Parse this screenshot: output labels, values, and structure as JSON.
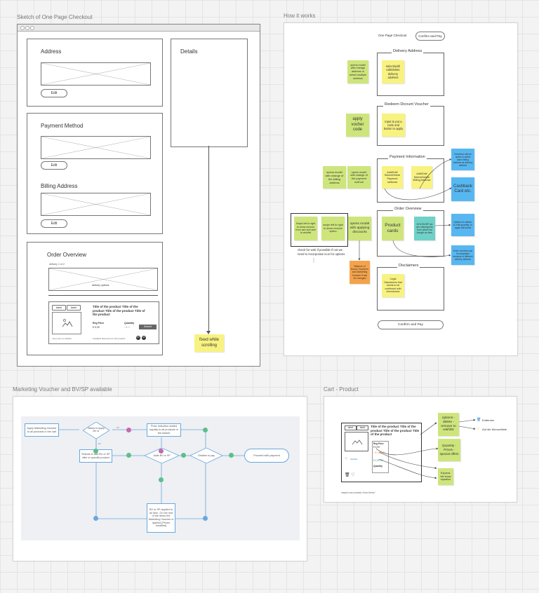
{
  "frames": {
    "sketch": "Sketch of One Page Checkout",
    "how": "How it works",
    "marketing": "Marketing Voucher and BV/SP available",
    "cart": "Cart - Product"
  },
  "sketch": {
    "address": {
      "title": "Address",
      "edit": "Edit"
    },
    "payment": {
      "title": "Payment Method",
      "edit": "Edit"
    },
    "billing": {
      "title": "Billing Address",
      "edit": "Edit"
    },
    "details": "Details",
    "order": {
      "title": "Order Overview",
      "delivery_label": "delivery 1 of 2",
      "delivery_options": "delivery options",
      "label1": "label",
      "label2": "label",
      "product_title": "Title of the product Title of the product Title of the product Title of the product",
      "reg_price": "Reg Price",
      "price": "€ 5,99",
      "quantity": "Quantity",
      "button": "Submit",
      "move_text": "move item to wishlist",
      "discounts": "Available discounts for this product",
      "badge1": "BV",
      "badge2": "SP"
    },
    "fixed_note": "fixed while scrolling"
  },
  "how": {
    "header_label": "One Page Checkout",
    "header_button": "Confirm and Pay",
    "sections": {
      "delivery": "Delivery Address",
      "voucher": "Redeem Dicount Voucher",
      "payment": "Payment Information",
      "order": "Order Overview",
      "disclaimers": "Disclaimers"
    },
    "stickies": {
      "s1": "opens model with change address or select multiple address",
      "s2": "select/add/ edit/delete delivery address",
      "s3": "apply vocher code",
      "s4": "input to put a code and button to apply",
      "s5": "opens model with change of the billing address",
      "s6": "opens model with change of the payment method",
      "s7": "Add/Edit/ Select/Delete Payment methods",
      "s8": "Add/Edit/ Select/Delete Billing Address",
      "s9": "Checkbox with an option to select same billing address as delivery address",
      "s10": "Cashback Card etc.",
      "s11": "Swipe left to right to show remove from cart and add to wishlist",
      "s12": "swipe left to right to show remove option",
      "s13": "opens modal with applying discounts",
      "s14": "Product cards",
      "s15": "20% BV/SP we are missing info from which we bought an item",
      "s16": "Options to delete, to edit quantity, to apply discounts",
      "s17": "Order overview can be separated because of different delivery address",
      "s18": "Balance of Bonus Vouchers and Marketing Voucher if can be changed",
      "s19": "Legal Disclaimers that needs to be confirmed with checkboxes"
    },
    "note": "check for web if possible if not we need to incorporate icon for options",
    "footer_button": "Confirm and Pay"
  },
  "marketing": {
    "n1": "Apply Marketing Voucher to all products in the cart",
    "n2": "Wants to Apply BV or",
    "n3": "Price reduction added equally to all products in the basket",
    "n4": "Selects to add BV or SP offer to specific product",
    "n5": "Adds BV or SP",
    "n6": "Decides to pay",
    "n7": "Proceed with payment",
    "n8": "BV or SP applied to an item. On the rest of the items the Marketing Voucher is applied (Prices modified)",
    "d1": "BV",
    "d2": "SP"
  },
  "cart": {
    "label1": "label",
    "label2": "label",
    "product_title": "Title of the product Title of the product Title of the product Title of the product",
    "reg_price": "Reg Price",
    "price1": "€ 5,99",
    "offer1": "+ € 1,99 BV",
    "offer2": "€ 1,99 SP",
    "quantity": "Quantity",
    "wishlist": "Wishlist",
    "remove": "Entfernen",
    "to_wishlist": "Auf die Wunschliste",
    "sticky1": "options - delete - remove to wishlist",
    "sticky2": "Quantity - Prices - special offers",
    "sticky3": "Expand-ble show equation",
    "footnote": "maybe icons instead of two items?"
  }
}
